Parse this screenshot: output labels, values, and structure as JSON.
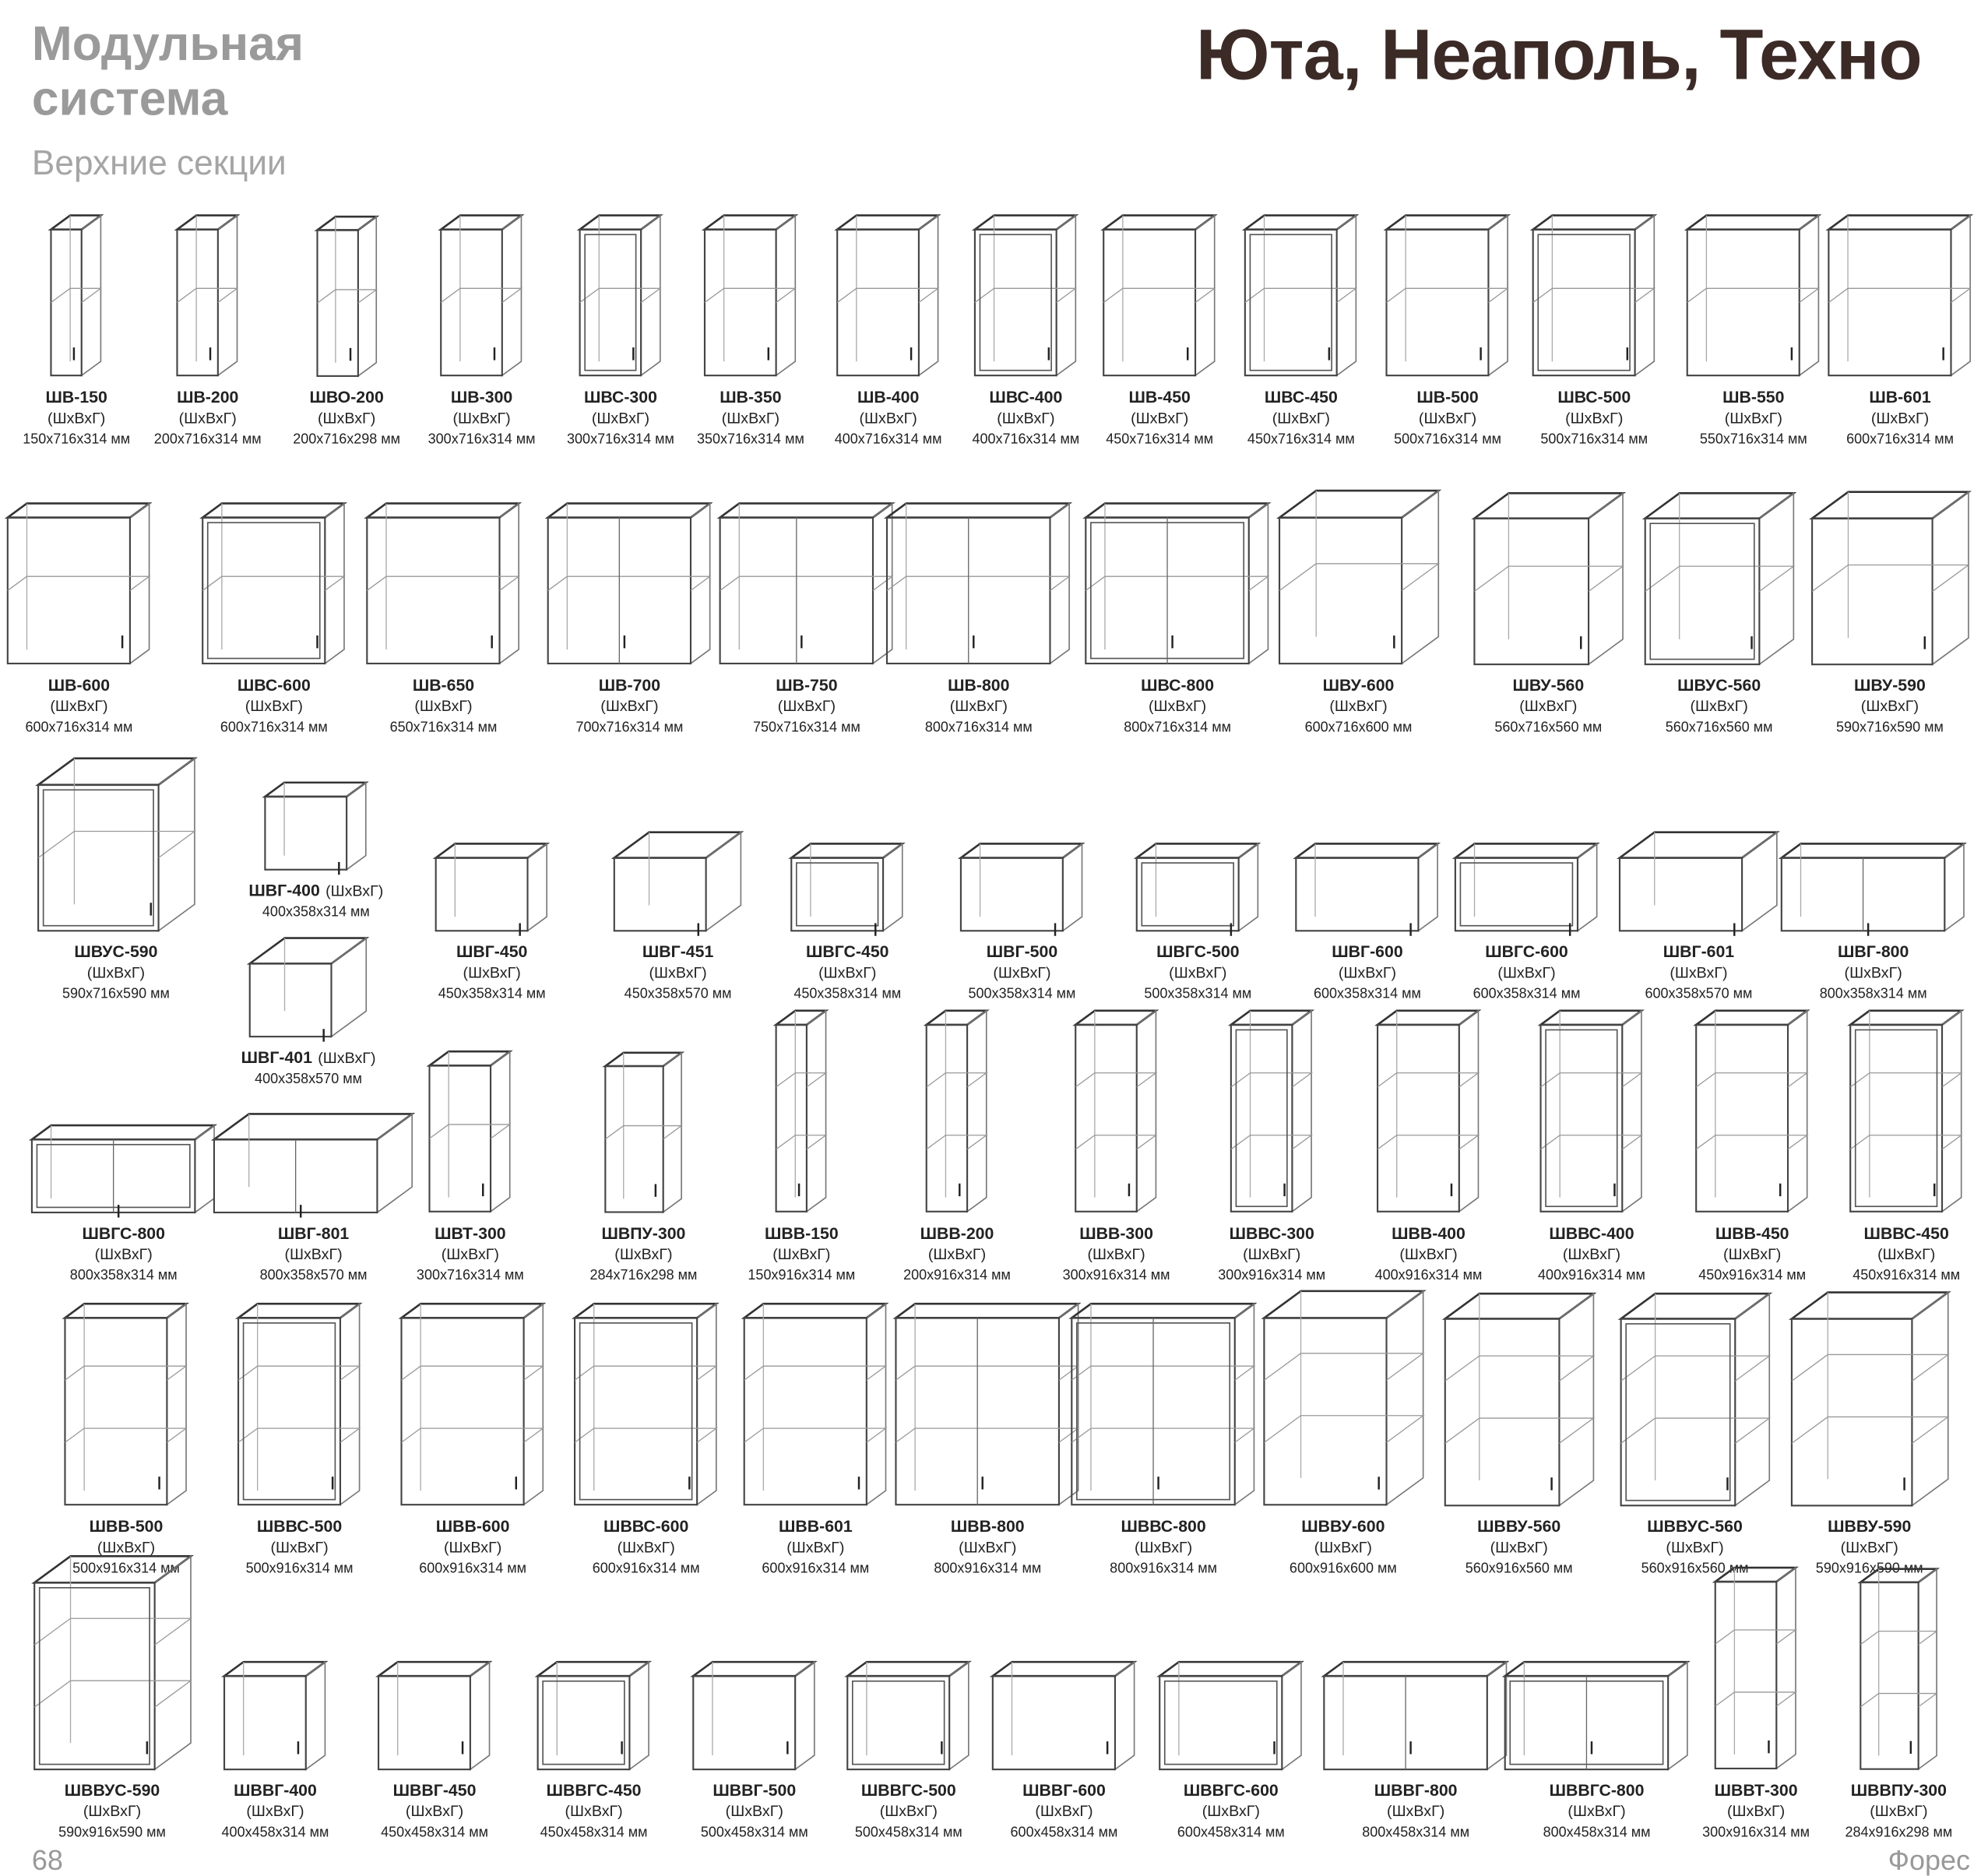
{
  "header": {
    "system_line1": "Модульная",
    "system_line2": "система",
    "section": "Верхние секции",
    "title": "Юта, Неаполь, Техно"
  },
  "footer": {
    "page_number": "68",
    "brand": "Форес"
  },
  "rows": [
    {
      "items": [
        {
          "name": "ШВ-150",
          "unit": "(ШхВхГ)",
          "dims": "150x716x314 мм"
        },
        {
          "name": "ШВ-200",
          "unit": "(ШхВхГ)",
          "dims": "200x716x314 мм"
        },
        {
          "name": "ШВО-200",
          "unit": "(ШхВхГ)",
          "dims": "200x716x298 мм"
        },
        {
          "name": "ШВ-300",
          "unit": "(ШхВхГ)",
          "dims": "300x716x314 мм"
        },
        {
          "name": "ШВС-300",
          "unit": "(ШхВхГ)",
          "dims": "300x716x314 мм"
        },
        {
          "name": "ШВ-350",
          "unit": "(ШхВхГ)",
          "dims": "350x716x314 мм"
        },
        {
          "name": "ШВ-400",
          "unit": "(ШхВхГ)",
          "dims": "400x716x314 мм"
        },
        {
          "name": "ШВС-400",
          "unit": "(ШхВхГ)",
          "dims": "400x716x314 мм"
        },
        {
          "name": "ШВ-450",
          "unit": "(ШхВхГ)",
          "dims": "450x716x314 мм"
        },
        {
          "name": "ШВС-450",
          "unit": "(ШхВхГ)",
          "dims": "450x716x314 мм"
        },
        {
          "name": "ШВ-500",
          "unit": "(ШхВхГ)",
          "dims": "500x716x314 мм"
        },
        {
          "name": "ШВС-500",
          "unit": "(ШхВхГ)",
          "dims": "500x716x314 мм"
        },
        {
          "name": "ШВ-550",
          "unit": "(ШхВхГ)",
          "dims": "550x716x314 мм"
        },
        {
          "name": "ШВ-601",
          "unit": "(ШхВхГ)",
          "dims": "600x716x314 мм"
        }
      ]
    },
    {
      "items": [
        {
          "name": "ШВ-600",
          "unit": "(ШхВхГ)",
          "dims": "600x716x314 мм"
        },
        {
          "name": "ШВС-600",
          "unit": "(ШхВхГ)",
          "dims": "600x716x314 мм"
        },
        {
          "name": "ШВ-650",
          "unit": "(ШхВхГ)",
          "dims": "650x716x314 мм"
        },
        {
          "name": "ШВ-700",
          "unit": "(ШхВхГ)",
          "dims": "700x716x314 мм"
        },
        {
          "name": "ШВ-750",
          "unit": "(ШхВхГ)",
          "dims": "750x716x314 мм"
        },
        {
          "name": "ШВ-800",
          "unit": "(ШхВхГ)",
          "dims": "800x716x314 мм"
        },
        {
          "name": "ШВС-800",
          "unit": "(ШхВхГ)",
          "dims": "800x716x314 мм"
        },
        {
          "name": "ШВУ-600",
          "unit": "(ШхВхГ)",
          "dims": "600x716x600 мм"
        },
        {
          "name": "ШВУ-560",
          "unit": "(ШхВхГ)",
          "dims": "560x716x560 мм"
        },
        {
          "name": "ШВУС-560",
          "unit": "(ШхВхГ)",
          "dims": "560x716x560 мм"
        },
        {
          "name": "ШВУ-590",
          "unit": "(ШхВхГ)",
          "dims": "590x716x590 мм"
        }
      ]
    },
    {
      "items": [
        {
          "name": "ШВУС-590",
          "unit": "(ШхВхГ)",
          "dims": "590x716x590 мм"
        },
        {
          "name": "ШВГ-400",
          "unit": "(ШхВхГ)",
          "dims": "400x358x314 мм"
        },
        {
          "name": "ШВГ-401",
          "unit": "(ШхВхГ)",
          "dims": "400x358x570 мм"
        },
        {
          "name": "ШВГ-450",
          "unit": "(ШхВхГ)",
          "dims": "450x358x314 мм"
        },
        {
          "name": "ШВГ-451",
          "unit": "(ШхВхГ)",
          "dims": "450x358x570 мм"
        },
        {
          "name": "ШВГС-450",
          "unit": "(ШхВхГ)",
          "dims": "450x358x314 мм"
        },
        {
          "name": "ШВГ-500",
          "unit": "(ШхВхГ)",
          "dims": "500x358x314 мм"
        },
        {
          "name": "ШВГС-500",
          "unit": "(ШхВхГ)",
          "dims": "500x358x314 мм"
        },
        {
          "name": "ШВГ-600",
          "unit": "(ШхВхГ)",
          "dims": "600x358x314 мм"
        },
        {
          "name": "ШВГС-600",
          "unit": "(ШхВхГ)",
          "dims": "600x358x314 мм"
        },
        {
          "name": "ШВГ-601",
          "unit": "(ШхВхГ)",
          "dims": "600x358x570 мм"
        },
        {
          "name": "ШВГ-800",
          "unit": "(ШхВхГ)",
          "dims": "800x358x314 мм"
        }
      ]
    },
    {
      "items": [
        {
          "name": "ШВГС-800",
          "unit": "(ШхВхГ)",
          "dims": "800x358x314 мм"
        },
        {
          "name": "ШВГ-801",
          "unit": "(ШхВхГ)",
          "dims": "800x358x570 мм"
        },
        {
          "name": "ШВТ-300",
          "unit": "(ШхВхГ)",
          "dims": "300x716x314 мм"
        },
        {
          "name": "ШВПУ-300",
          "unit": "(ШхВхГ)",
          "dims": "284x716x298 мм"
        },
        {
          "name": "ШВВ-150",
          "unit": "(ШхВхГ)",
          "dims": "150x916x314 мм"
        },
        {
          "name": "ШВВ-200",
          "unit": "(ШхВхГ)",
          "dims": "200x916x314 мм"
        },
        {
          "name": "ШВВ-300",
          "unit": "(ШхВхГ)",
          "dims": "300x916x314 мм"
        },
        {
          "name": "ШВВС-300",
          "unit": "(ШхВхГ)",
          "dims": "300x916x314 мм"
        },
        {
          "name": "ШВВ-400",
          "unit": "(ШхВхГ)",
          "dims": "400x916x314 мм"
        },
        {
          "name": "ШВВС-400",
          "unit": "(ШхВхГ)",
          "dims": "400x916x314 мм"
        },
        {
          "name": "ШВВ-450",
          "unit": "(ШхВхГ)",
          "dims": "450x916x314 мм"
        },
        {
          "name": "ШВВС-450",
          "unit": "(ШхВхГ)",
          "dims": "450x916x314 мм"
        }
      ]
    },
    {
      "items": [
        {
          "name": "ШВВ-500",
          "unit": "(ШхВхГ)",
          "dims": "500x916x314 мм"
        },
        {
          "name": "ШВВС-500",
          "unit": "(ШхВхГ)",
          "dims": "500x916x314 мм"
        },
        {
          "name": "ШВВ-600",
          "unit": "(ШхВхГ)",
          "dims": "600x916x314 мм"
        },
        {
          "name": "ШВВС-600",
          "unit": "(ШхВхГ)",
          "dims": "600x916x314 мм"
        },
        {
          "name": "ШВВ-601",
          "unit": "(ШхВхГ)",
          "dims": "600x916x314 мм"
        },
        {
          "name": "ШВВ-800",
          "unit": "(ШхВхГ)",
          "dims": "800x916x314 мм"
        },
        {
          "name": "ШВВС-800",
          "unit": "(ШхВхГ)",
          "dims": "800x916x314 мм"
        },
        {
          "name": "ШВВУ-600",
          "unit": "(ШхВхГ)",
          "dims": "600x916x600 мм"
        },
        {
          "name": "ШВВУ-560",
          "unit": "(ШхВхГ)",
          "dims": "560x916x560 мм"
        },
        {
          "name": "ШВВУС-560",
          "unit": "(ШхВхГ)",
          "dims": "560x916x560 мм"
        },
        {
          "name": "ШВВУ-590",
          "unit": "(ШхВхГ)",
          "dims": "590x916x590 мм"
        }
      ]
    },
    {
      "items": [
        {
          "name": "ШВВУС-590",
          "unit": "(ШхВхГ)",
          "dims": "590x916x590 мм"
        },
        {
          "name": "ШВВГ-400",
          "unit": "(ШхВхГ)",
          "dims": "400x458x314 мм"
        },
        {
          "name": "ШВВГ-450",
          "unit": "(ШхВхГ)",
          "dims": "450x458x314 мм"
        },
        {
          "name": "ШВВГС-450",
          "unit": "(ШхВхГ)",
          "dims": "450x458x314 мм"
        },
        {
          "name": "ШВВГ-500",
          "unit": "(ШхВхГ)",
          "dims": "500x458x314 мм"
        },
        {
          "name": "ШВВГС-500",
          "unit": "(ШхВхГ)",
          "dims": "500x458x314 мм"
        },
        {
          "name": "ШВВГ-600",
          "unit": "(ШхВхГ)",
          "dims": "600x458x314 мм"
        },
        {
          "name": "ШВВГС-600",
          "unit": "(ШхВхГ)",
          "dims": "600x458x314 мм"
        },
        {
          "name": "ШВВГ-800",
          "unit": "(ШхВхГ)",
          "dims": "800x458x314 мм"
        },
        {
          "name": "ШВВГС-800",
          "unit": "(ШхВхГ)",
          "dims": "800x458x314 мм"
        },
        {
          "name": "ШВВТ-300",
          "unit": "(ШхВхГ)",
          "dims": "300x916x314 мм"
        },
        {
          "name": "ШВВПУ-300",
          "unit": "(ШхВхГ)",
          "dims": "284x916x298 мм"
        }
      ]
    }
  ]
}
